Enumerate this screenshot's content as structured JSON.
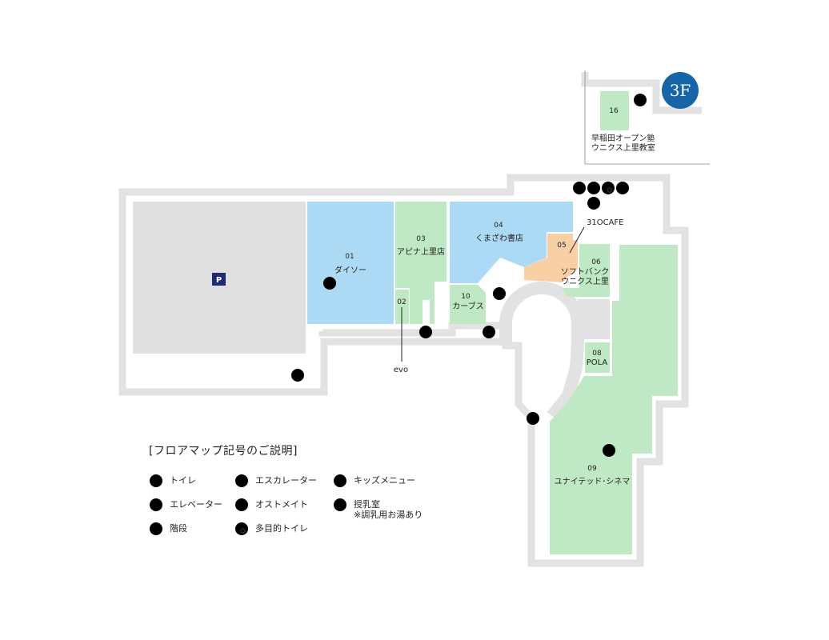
{
  "floor": "3F",
  "colors": {
    "wall": "#e2e2e2",
    "parking": "#e0e0e0",
    "blue_shop": "#acdaf5",
    "green_shop": "#bfe8c4",
    "orange_shop": "#f9cfa6",
    "badge": "#1565a8",
    "parking_sign": "#1e2a78"
  },
  "parking": {
    "label": "P"
  },
  "shops": [
    {
      "id": "01",
      "name": "ダイソー"
    },
    {
      "id": "02",
      "name": "evo"
    },
    {
      "id": "03",
      "name": "アピナ上里店"
    },
    {
      "id": "04",
      "name": "くまざわ書店"
    },
    {
      "id": "05",
      "name": "31OCAFE"
    },
    {
      "id": "06",
      "name": "ソフトバンク",
      "name2": "ウニクス上里"
    },
    {
      "id": "08",
      "name": "POLA"
    },
    {
      "id": "09",
      "name": "ユナイテッド･シネマ"
    },
    {
      "id": "10",
      "name": "カーブス"
    },
    {
      "id": "16",
      "name": "早稲田オープン塾",
      "name2": "ウニクス上里教室"
    }
  ],
  "legend": {
    "title": "[フロアマップ記号のご説明]",
    "items": [
      {
        "icon": "toilet-icon",
        "label": "トイレ"
      },
      {
        "icon": "escalator-icon",
        "label": "エスカレーター"
      },
      {
        "icon": "kids-menu-icon",
        "label": "キッズメニュー"
      },
      {
        "icon": "elevator-icon",
        "label": "エレベーター"
      },
      {
        "icon": "ostomate-icon",
        "label": "オストメイト"
      },
      {
        "icon": "nursing-room-icon",
        "label": "授乳室",
        "note": "※調乳用お湯あり"
      },
      {
        "icon": "stairs-icon",
        "label": "階段"
      },
      {
        "icon": "multipurpose-toilet-icon",
        "label": "多目的トイレ"
      }
    ]
  }
}
